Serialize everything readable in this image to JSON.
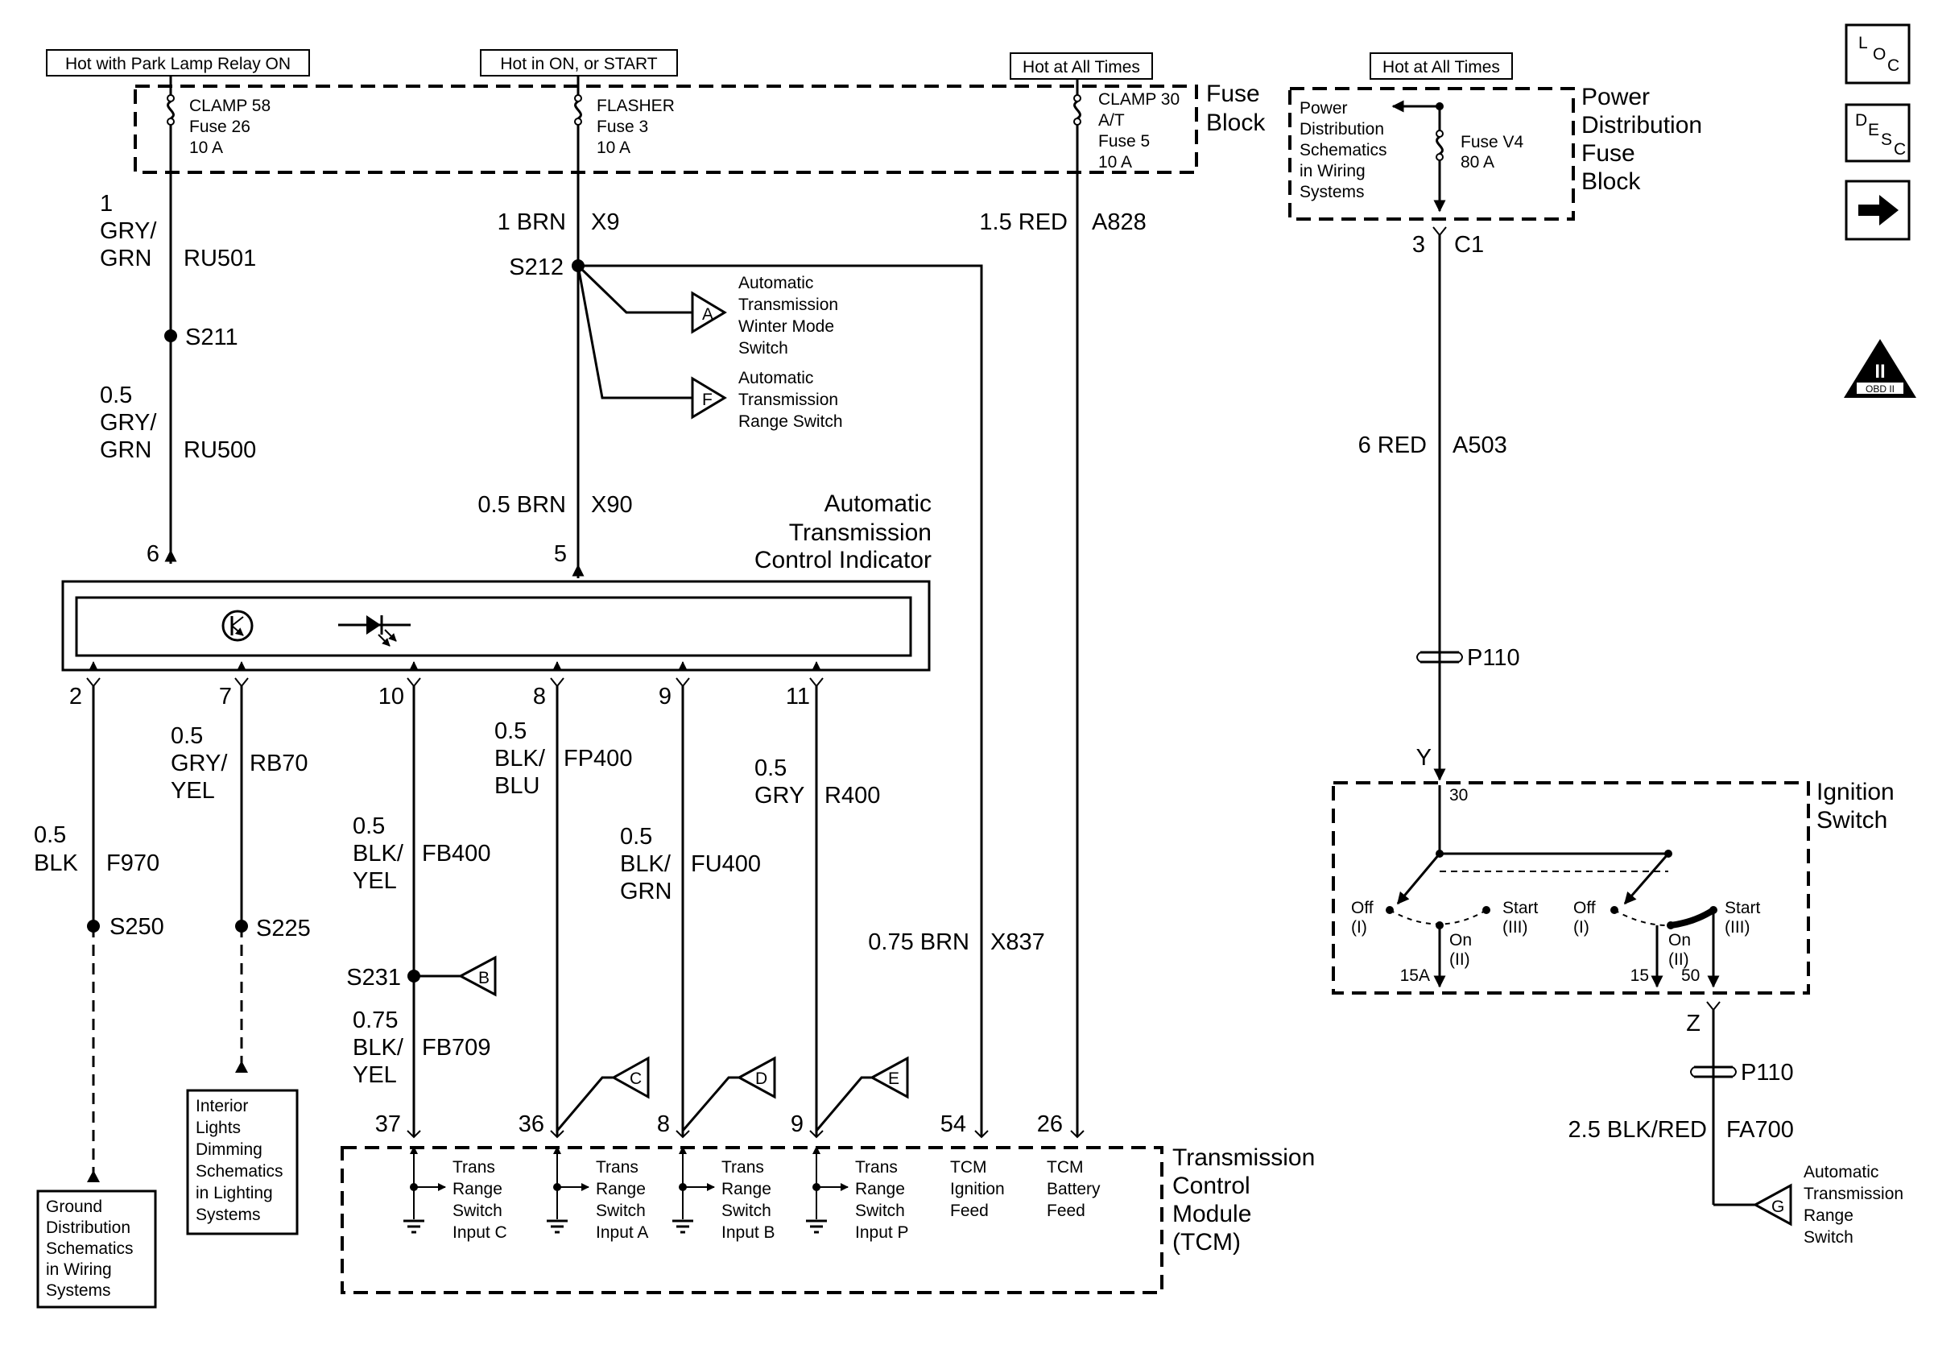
{
  "power_labels": {
    "park": "Hot with Park Lamp Relay ON",
    "on_start": "Hot in ON, or START",
    "fuse5_hot": "Hot at All Times",
    "pdfb_hot": "Hot at All Times"
  },
  "fuse_block": {
    "title_1": "Fuse",
    "title_2": "Block",
    "f26": [
      "CLAMP 58",
      "Fuse 26",
      "10 A"
    ],
    "f3": [
      "FLASHER",
      "Fuse 3",
      "10 A"
    ],
    "f5": [
      "CLAMP 30",
      "A/T",
      "Fuse 5",
      "10 A"
    ]
  },
  "pdfb": {
    "title": [
      "Power",
      "Distribution",
      "Fuse",
      "Block"
    ],
    "note": [
      "Power",
      "Distribution",
      "Schematics",
      "in Wiring",
      "Systems"
    ],
    "fuse": [
      "Fuse V4",
      "80 A"
    ]
  },
  "nav": {
    "loc": [
      "L",
      "O",
      "C"
    ],
    "desc": [
      "D",
      "E",
      "S",
      "C"
    ],
    "obd": [
      "II",
      "OBD II"
    ]
  },
  "wires": {
    "w_ru501": {
      "size": "1",
      "color_1": "GRY/",
      "color_2": "GRN",
      "circuit": "RU501"
    },
    "w_ru500": {
      "size": "0.5",
      "color_1": "GRY/",
      "color_2": "GRN",
      "circuit": "RU500"
    },
    "w_x9": {
      "label": "1 BRN",
      "circuit": "X9"
    },
    "w_x90": {
      "label": "0.5 BRN",
      "circuit": "X90"
    },
    "w_a828": {
      "label": "1.5 RED",
      "circuit": "A828"
    },
    "w_a503": {
      "label": "6 RED",
      "circuit": "A503"
    },
    "w_f970": {
      "size": "0.5",
      "color": "BLK",
      "circuit": "F970"
    },
    "w_rb70": {
      "size": "0.5",
      "color_1": "GRY/",
      "color_2": "YEL",
      "circuit": "RB70"
    },
    "w_fb400": {
      "size": "0.5",
      "color_1": "BLK/",
      "color_2": "YEL",
      "circuit": "FB400"
    },
    "w_fb709": {
      "size": "0.75",
      "color_1": "BLK/",
      "color_2": "YEL",
      "circuit": "FB709"
    },
    "w_fp400": {
      "size": "0.5",
      "color_1": "BLK/",
      "color_2": "BLU",
      "circuit": "FP400"
    },
    "w_fu400": {
      "size": "0.5",
      "color_1": "BLK/",
      "color_2": "GRN",
      "circuit": "FU400"
    },
    "w_r400": {
      "size": "0.5",
      "color": "GRY",
      "circuit": "R400"
    },
    "w_x837": {
      "label": "0.75 BRN",
      "circuit": "X837"
    },
    "w_fa700": {
      "label": "2.5 BLK/RED",
      "circuit": "FA700"
    }
  },
  "splices": {
    "s211": "S211",
    "s212": "S212",
    "s250": "S250",
    "s225": "S225",
    "s231": "S231"
  },
  "refs": {
    "a": {
      "letter": "A",
      "text": [
        "Automatic",
        "Transmission",
        "Winter Mode",
        "Switch"
      ]
    },
    "f": {
      "letter": "F",
      "text": [
        "Automatic",
        "Transmission",
        "Range Switch"
      ]
    },
    "b": "B",
    "c": "C",
    "d": "D",
    "e": "E",
    "g": {
      "letter": "G",
      "text": [
        "Automatic",
        "Transmission",
        "Range",
        "Switch"
      ]
    }
  },
  "indicator": {
    "title": [
      "Automatic",
      "Transmission",
      "Control Indicator"
    ],
    "top_pins": [
      "6",
      "5"
    ],
    "bottom_pins": [
      "2",
      "7",
      "10",
      "8",
      "9",
      "11"
    ]
  },
  "notes": {
    "ground": [
      "Ground",
      "Distribution",
      "Schematics",
      "in Wiring",
      "Systems"
    ],
    "interior": [
      "Interior",
      "Lights",
      "Dimming",
      "Schematics",
      "in Lighting",
      "Systems"
    ]
  },
  "tcm": {
    "title": [
      "Transmission",
      "Control",
      "Module",
      "(TCM)"
    ],
    "pins": [
      "37",
      "36",
      "8",
      "9",
      "54",
      "26"
    ],
    "inputs": [
      [
        "Trans",
        "Range",
        "Switch",
        "Input C"
      ],
      [
        "Trans",
        "Range",
        "Switch",
        "Input A"
      ],
      [
        "Trans",
        "Range",
        "Switch",
        "Input B"
      ],
      [
        "Trans",
        "Range",
        "Switch",
        "Input P"
      ],
      [
        "TCM",
        "Ignition",
        "Feed"
      ],
      [
        "TCM",
        "Battery",
        "Feed"
      ]
    ]
  },
  "connectors": {
    "c1_pin": "3",
    "c1": "C1",
    "p110_top": "P110",
    "p110_bottom": "P110",
    "y": "Y",
    "z": "Z"
  },
  "ignition": {
    "title": [
      "Ignition",
      "Switch"
    ],
    "pin30": "30",
    "left": {
      "off": [
        "Off",
        "(I)"
      ],
      "on": [
        "On",
        "(II)"
      ],
      "start": [
        "Start",
        "(III)"
      ],
      "out": "15A"
    },
    "right": {
      "off": [
        "Off",
        "(I)"
      ],
      "on": [
        "On",
        "(II)"
      ],
      "start": [
        "Start",
        "(III)"
      ],
      "out15": "15",
      "out50": "50"
    }
  }
}
